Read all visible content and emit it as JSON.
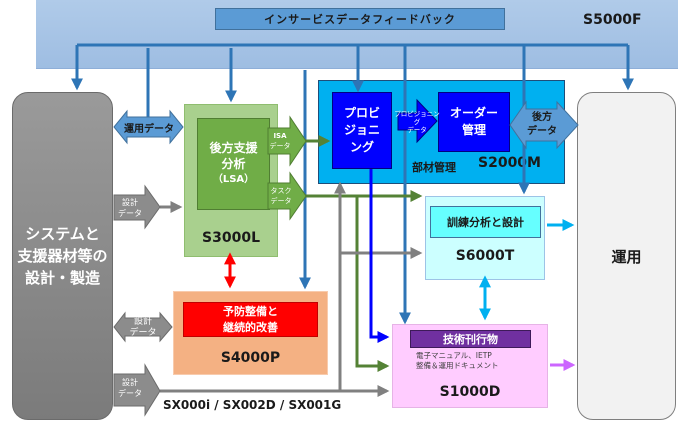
{
  "feedback": {
    "banner_label": "インサービスデータフィードバック",
    "spec": "S5000F"
  },
  "left_block": {
    "label_line1": "システムと",
    "label_line2": "支援器材等の",
    "label_line3": "設計・製造"
  },
  "right_block": {
    "label": "運用"
  },
  "arrows": {
    "ops_data": "運用データ",
    "design_data_line1": "設計",
    "design_data_line2": "データ",
    "isa_line1": "ISA",
    "isa_line2": "データ",
    "task_line1": "タスク",
    "task_line2": "データ",
    "prov_line1": "プロビジョニング",
    "prov_line2": "データ",
    "logistics_line1": "後方",
    "logistics_line2": "データ"
  },
  "s3000l": {
    "inner_line1": "後方支援",
    "inner_line2": "分析",
    "inner_line3": "（LSA）",
    "spec": "S3000L"
  },
  "s2000m": {
    "provisioning_line1": "プロビ",
    "provisioning_line2": "ジョニ",
    "provisioning_line3": "ング",
    "order_line1": "オーダー",
    "order_line2": "管理",
    "caption": "部材管理",
    "spec": "S2000M"
  },
  "s6000t": {
    "inner": "訓練分析と設計",
    "spec": "S6000T"
  },
  "s4000p": {
    "inner_line1": "予防整備と",
    "inner_line2": "継続的改善",
    "spec": "S4000P"
  },
  "s1000d": {
    "inner": "技術刊行物",
    "desc_line1": "電子マニュアル、IETP",
    "desc_line2": "整備＆運用ドキュメント",
    "spec": "S1000D"
  },
  "bottom_spec": "SX000i / SX002D / SX001G",
  "colors": {
    "feedback_band": "#a3c2e6",
    "feedback_banner": "#5b9bd5",
    "feedback_line": "#2e75b6",
    "left_block": "#8c8c8c",
    "right_block": "#f2f2f2",
    "s3000l_outer": "#a9d08e",
    "s3000l_inner": "#70ad47",
    "s2000m_outer": "#00b0f0",
    "s2000m_inner": "#0000ff",
    "s6000t_outer": "#ccffff",
    "s6000t_inner": "#66ffff",
    "s4000p_outer": "#f4b183",
    "s4000p_inner": "#ff0000",
    "s1000d_outer": "#ffccff",
    "s1000d_inner": "#7030a0",
    "green_line": "#548235",
    "gray_line": "#808080",
    "blue_line": "#0000ff",
    "cyan_line": "#00b0f0",
    "magenta_line": "#cc66ff",
    "red_line": "#ff0000"
  }
}
